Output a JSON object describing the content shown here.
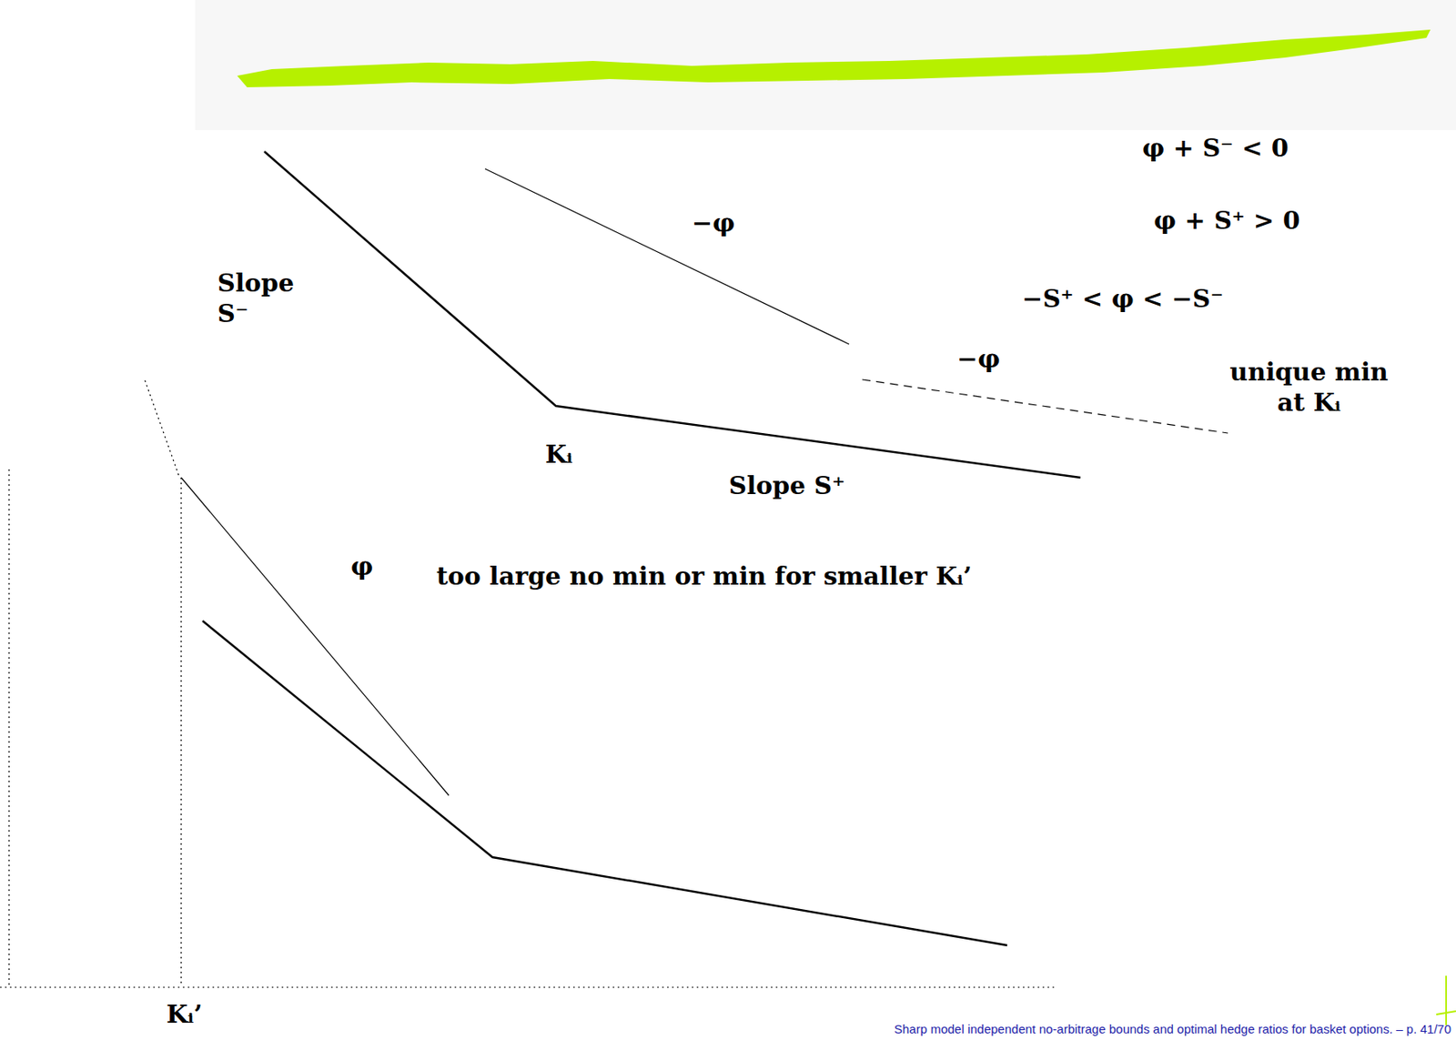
{
  "diagram": {
    "labels": [
      "φ + S⁻ < 0",
      "φ + S⁺ > 0",
      "−S⁺ < φ < −S⁻",
      "unique min at Kᵢ",
      "−φ",
      "−φ",
      "Slope S⁻",
      "Kᵢ",
      "Slope S⁺",
      "φ",
      "too large no min or min for smaller Kᵢ’",
      "Kᵢ’",
      "Sharp model independent no-arbitrage bounds and optimal hedge ratios for basket options. – p. 41/70"
    ]
  }
}
